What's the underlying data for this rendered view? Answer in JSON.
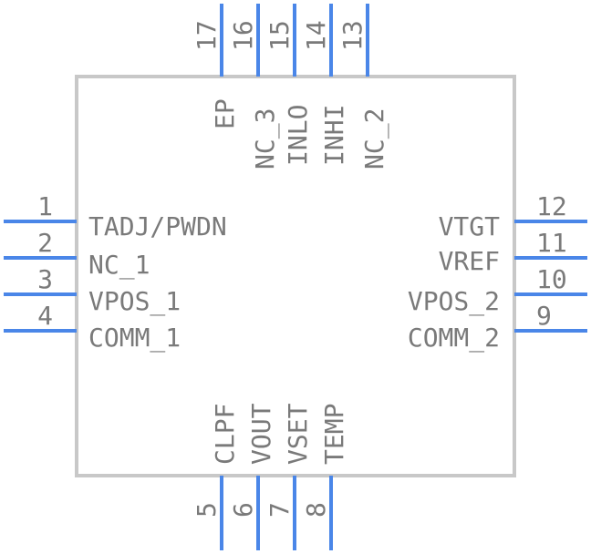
{
  "colors": {
    "pin": "#4a86e8",
    "body": "#c8c8c8",
    "text": "#7a7a7a"
  },
  "pins": {
    "left": [
      {
        "num": "1",
        "name": "TADJ/PWDN"
      },
      {
        "num": "2",
        "name": "NC_1"
      },
      {
        "num": "3",
        "name": "VPOS_1"
      },
      {
        "num": "4",
        "name": "COMM_1"
      }
    ],
    "right": [
      {
        "num": "12",
        "name": "VTGT"
      },
      {
        "num": "11",
        "name": "VREF"
      },
      {
        "num": "10",
        "name": "VPOS_2"
      },
      {
        "num": "9",
        "name": "COMM_2"
      }
    ],
    "top": [
      {
        "num": "17",
        "name": "EP"
      },
      {
        "num": "16",
        "name": "NC_3"
      },
      {
        "num": "15",
        "name": "INLO"
      },
      {
        "num": "14",
        "name": "INHI"
      },
      {
        "num": "13",
        "name": "NC_2"
      }
    ],
    "bottom": [
      {
        "num": "5",
        "name": "CLPF"
      },
      {
        "num": "6",
        "name": "VOUT"
      },
      {
        "num": "7",
        "name": "VSET"
      },
      {
        "num": "8",
        "name": "TEMP"
      }
    ]
  }
}
